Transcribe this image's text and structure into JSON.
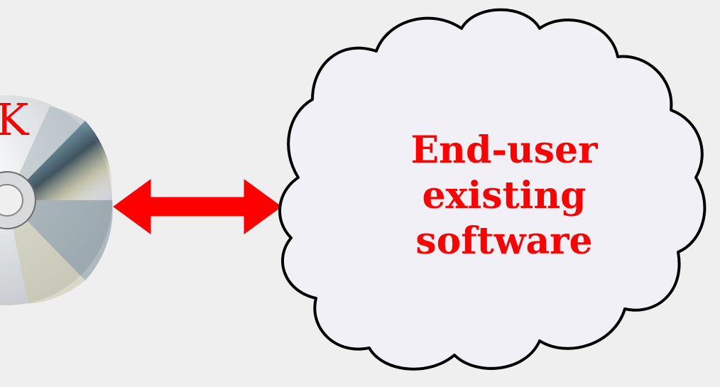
{
  "diagram": {
    "disc": {
      "label": "K",
      "label_color": "#ff0000"
    },
    "connector": {
      "type": "double-headed-arrow",
      "color": "#ff0000"
    },
    "cloud": {
      "lines": [
        "End-user",
        "existing",
        "software"
      ],
      "text_color": "#ff0000",
      "fill": "#f0f0f6",
      "stroke": "#000000"
    }
  }
}
